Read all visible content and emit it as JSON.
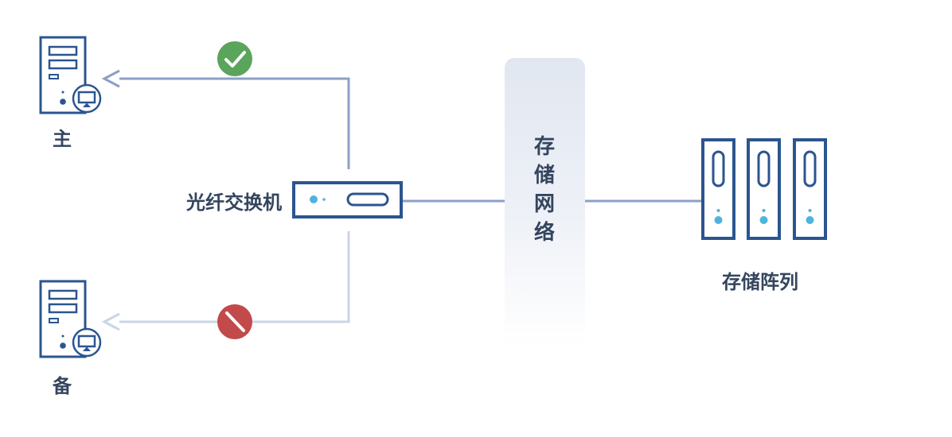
{
  "labels": {
    "primary_server": "主",
    "backup_server": "备",
    "fc_switch": "光纤交换机",
    "storage_network": [
      "存",
      "储",
      "网",
      "络"
    ],
    "storage_array": "存储阵列"
  },
  "status": {
    "primary_path": "ok",
    "backup_path": "blocked"
  },
  "colors": {
    "device_stroke": "#2b5590",
    "device_fill": "#ffffff",
    "led": "#4fb3de",
    "link_active": "#8c9fc9",
    "link_standby": "#cbd5e6",
    "label_text": "#34455e",
    "status_ok": "#5aa45c",
    "status_blocked": "#c24a4a",
    "network_band_top": "#e1e7f1",
    "network_band_bottom": "#ffffff"
  },
  "icons": {
    "primary_server": "server-tower-icon",
    "backup_server": "server-tower-icon",
    "monitor_badge": "monitor-icon",
    "ok_status": "checkmark-circle-icon",
    "blocked_status": "no-entry-circle-icon",
    "fc_switch": "network-switch-icon",
    "storage_unit": "storage-drive-icon"
  }
}
